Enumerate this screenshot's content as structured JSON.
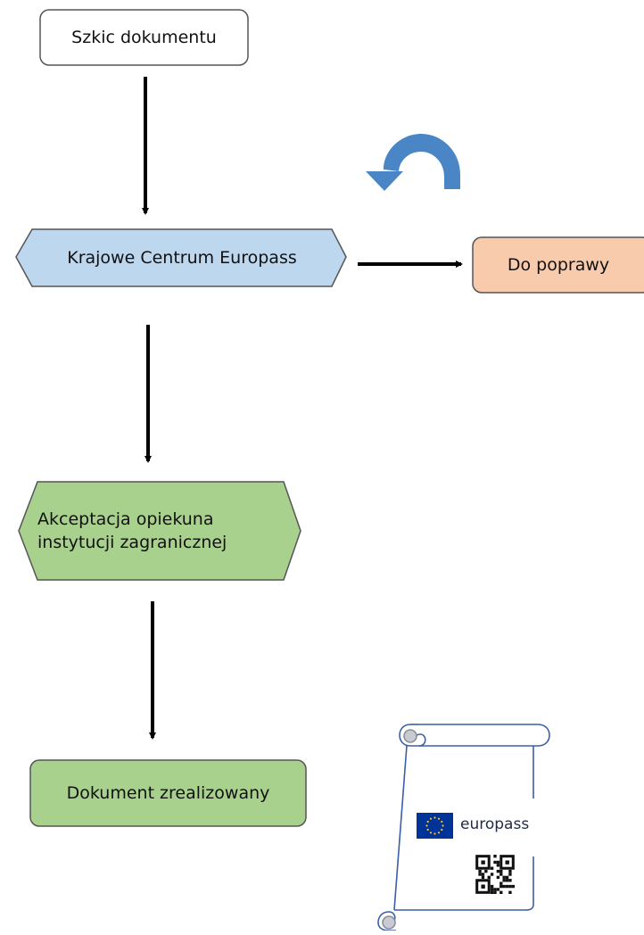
{
  "diagram": {
    "nodes": {
      "draft": {
        "label": "Szkic  dokumentu"
      },
      "national_centre": {
        "label": "Krajowe Centrum Europass"
      },
      "to_correct": {
        "label": "Do poprawy"
      },
      "acceptance": {
        "label_line1": "Akceptacja opiekuna",
        "label_line2": "instytucji zagranicznej"
      },
      "completed": {
        "label": "Dokument zrealizowany"
      }
    },
    "edges": [
      {
        "from": "draft",
        "to": "national_centre"
      },
      {
        "from": "national_centre",
        "to": "to_correct"
      },
      {
        "from": "national_centre",
        "to": "acceptance"
      },
      {
        "from": "acceptance",
        "to": "completed"
      }
    ],
    "icons": {
      "loop": "curved-return-arrow-icon",
      "document": "scroll-icon",
      "logo": "eu-flag-icon",
      "code": "qr-code-icon"
    },
    "logo_text": "europass",
    "colors": {
      "draft_fill": "#ffffff",
      "national_centre_fill": "#bdd7ee",
      "to_correct_fill": "#f8cbad",
      "acceptance_fill": "#a9d18e",
      "completed_fill": "#a9d18e",
      "loop_arrow": "#4a86c5",
      "eu_blue": "#003399",
      "eu_star": "#ffcc00",
      "scroll_outline": "#3b5ea8"
    }
  }
}
